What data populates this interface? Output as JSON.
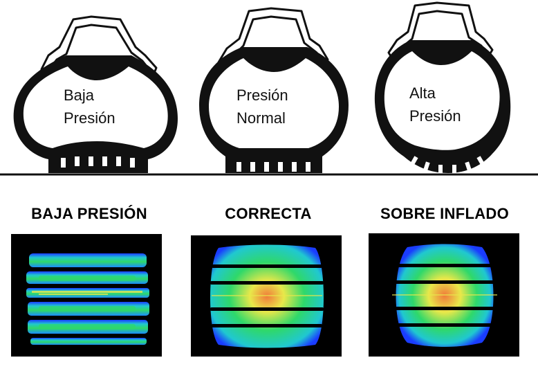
{
  "tires": [
    {
      "line1": "Baja",
      "line2": "Presión"
    },
    {
      "line1": "Presión",
      "line2": "Normal"
    },
    {
      "line1": "Alta",
      "line2": "Presión"
    }
  ],
  "footprints": [
    {
      "heading": "BAJA PRESIÓN"
    },
    {
      "heading": "CORRECTA"
    },
    {
      "heading": "SOBRE INFLADO"
    }
  ],
  "colors": {
    "tread_black": "#111111",
    "footprint_bg": "#000000",
    "blue": "#1a3cff",
    "cyan": "#20c8d0",
    "green": "#2fd86a",
    "yellow": "#e8e84a",
    "orange": "#f07a3a"
  }
}
